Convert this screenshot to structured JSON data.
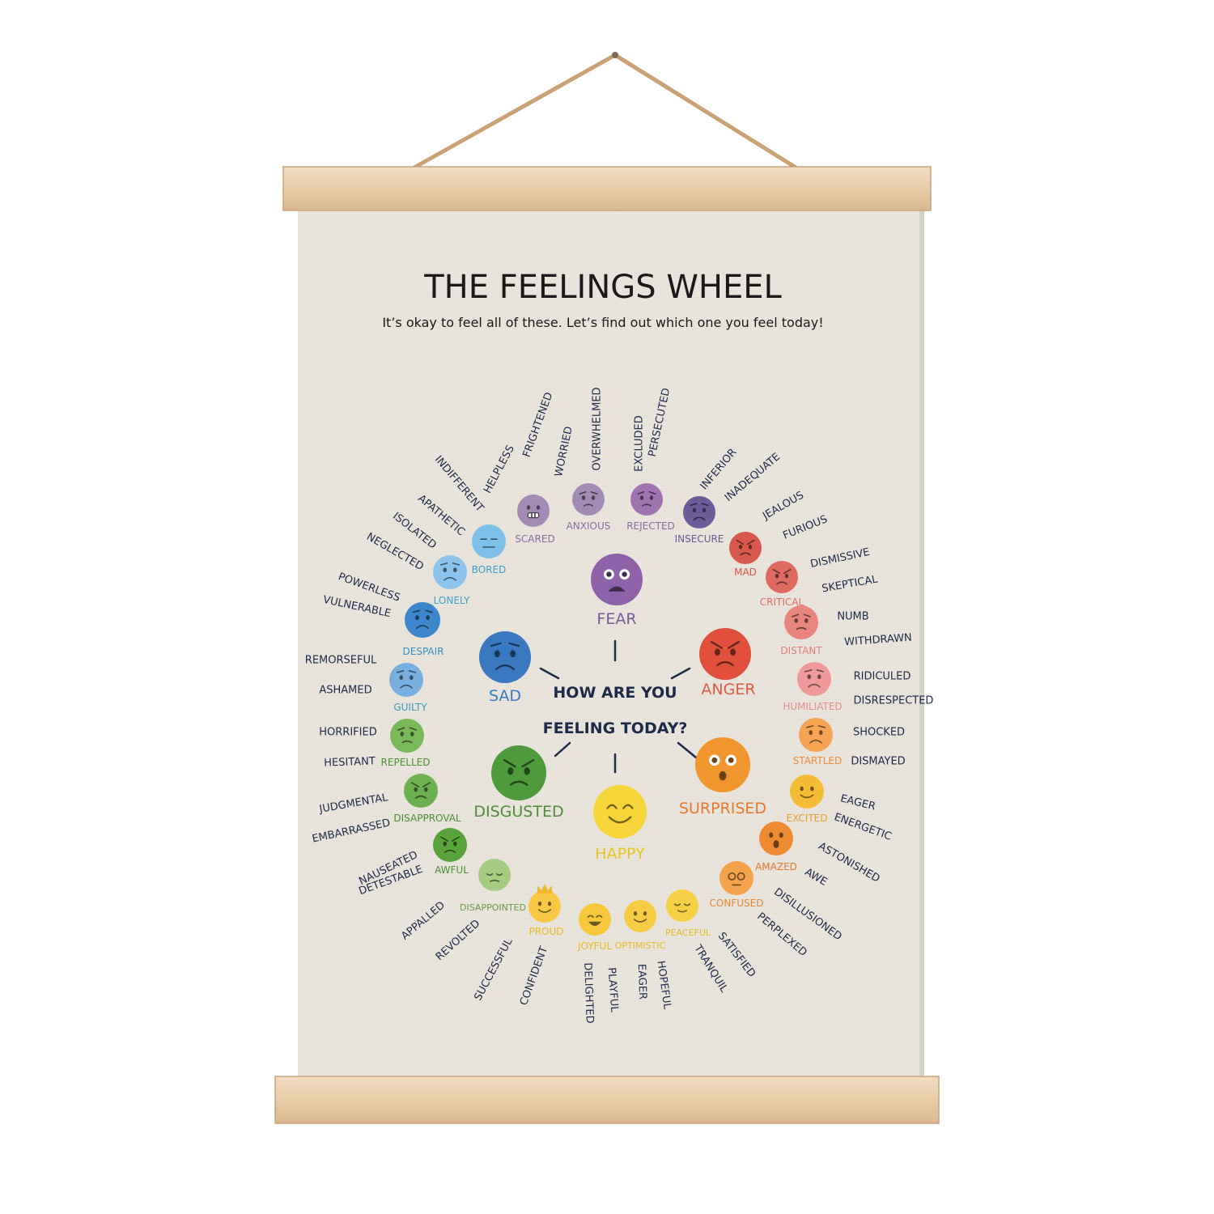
{
  "poster": {
    "title": "THE FEELINGS WHEEL",
    "subtitle": "It’s okay to feel all of these. Let’s find out which one you feel today!"
  },
  "center": {
    "line1": "HOW ARE YOU",
    "line2": "FEELING TODAY?"
  },
  "core": [
    {
      "name": "fear",
      "label": "FEAR",
      "color": "#8e62a8",
      "text_color": "#7a5a96",
      "face": "fear-face"
    },
    {
      "name": "anger",
      "label": "ANGER",
      "color": "#e0503c",
      "text_color": "#e05a48",
      "face": "anger-face"
    },
    {
      "name": "surprised",
      "label": "SURPRISED",
      "color": "#f0962c",
      "text_color": "#e8782c",
      "face": "surprised-face"
    },
    {
      "name": "happy",
      "label": "HAPPY",
      "color": "#f6d53a",
      "text_color": "#e8c420",
      "face": "happy-face"
    },
    {
      "name": "disgusted",
      "label": "DISGUSTED",
      "color": "#4e9a3c",
      "text_color": "#4e8c3a",
      "face": "disgusted-face"
    },
    {
      "name": "sad",
      "label": "SAD",
      "color": "#3a78c0",
      "text_color": "#3a78c0",
      "face": "sad-face"
    }
  ],
  "middle": [
    {
      "label": "SCARED",
      "color": "#a28bb4",
      "text": "#8a6aa4",
      "words": [
        "FRIGHTENED",
        "HELPLESS"
      ]
    },
    {
      "label": "ANXIOUS",
      "color": "#a28bb4",
      "text": "#8a6aa4",
      "words": [
        "OVERWHELMED",
        "WORRIED"
      ]
    },
    {
      "label": "REJECTED",
      "color": "#a074b0",
      "text": "#8a6aa4",
      "words": [
        "PERSECUTED",
        "EXCLUDED"
      ]
    },
    {
      "label": "INSECURE",
      "color": "#6e5c9a",
      "text": "#6a5a98",
      "words": [
        "INFERIOR",
        "INADEQUATE"
      ]
    },
    {
      "label": "MAD",
      "color": "#d8584e",
      "text": "#d8584e",
      "words": [
        "JEALOUS",
        "FURIOUS"
      ]
    },
    {
      "label": "CRITICAL",
      "color": "#de6a62",
      "text": "#de6a62",
      "words": [
        "DISMISSIVE",
        "SKEPTICAL"
      ]
    },
    {
      "label": "DISTANT",
      "color": "#e8867e",
      "text": "#e08078",
      "words": [
        "NUMB",
        "WITHDRAWN"
      ]
    },
    {
      "label": "HUMILIATED",
      "color": "#ee9a98",
      "text": "#e4888a",
      "words": [
        "RIDICULED",
        "DISRESPECTED"
      ]
    },
    {
      "label": "STARTLED",
      "color": "#f4a454",
      "text": "#ec8c3e",
      "words": [
        "SHOCKED",
        "DISMAYED"
      ]
    },
    {
      "label": "EXCITED",
      "color": "#f4bc34",
      "text": "#e89c28",
      "words": [
        "EAGER",
        "ENERGETIC"
      ]
    },
    {
      "label": "AMAZED",
      "color": "#ee8a32",
      "text": "#e4782c",
      "words": [
        "ASTONISHED",
        "AWE"
      ]
    },
    {
      "label": "CONFUSED",
      "color": "#f4a24c",
      "text": "#e48834",
      "words": [
        "DISILLUSIONED",
        "PERPLEXED"
      ]
    },
    {
      "label": "PEACEFUL",
      "color": "#f6d044",
      "text": "#e8b820",
      "words": [
        "SATISFIED",
        "TRANQUIL"
      ]
    },
    {
      "label": "OPTIMISTIC",
      "color": "#f6cc44",
      "text": "#e8b820",
      "words": [
        "HOPEFUL",
        "EAGER"
      ]
    },
    {
      "label": "JOYFUL",
      "color": "#f6c83c",
      "text": "#e8b820",
      "words": [
        "PLAYFUL",
        "DELIGHTED"
      ]
    },
    {
      "label": "PROUD",
      "color": "#f6c844",
      "text": "#e8b820",
      "words": [
        "CONFIDENT",
        "SUCCESSFUL"
      ]
    },
    {
      "label": "DISAPPOINTED",
      "color": "#a6cc84",
      "text": "#6a9c44",
      "words": [
        "REVOLTED",
        "APPALLED"
      ]
    },
    {
      "label": "AWFUL",
      "color": "#5aa43c",
      "text": "#4a9032",
      "words": [
        "DETESTABLE",
        "NAUSEATED"
      ]
    },
    {
      "label": "DISAPPROVAL",
      "color": "#6cb052",
      "text": "#4a9032",
      "words": [
        "EMBARRASSED",
        "JUDGMENTAL"
      ]
    },
    {
      "label": "REPELLED",
      "color": "#7ab85c",
      "text": "#4a9032",
      "words": [
        "HESITANT",
        "HORRIFIED"
      ]
    },
    {
      "label": "GUILTY",
      "color": "#7aaede",
      "text": "#3a98b8",
      "words": [
        "ASHAMED",
        "REMORSEFUL"
      ]
    },
    {
      "label": "DESPAIR",
      "color": "#3e86cc",
      "text": "#3a90c4",
      "words": [
        "VULNERABLE",
        "POWERLESS"
      ]
    },
    {
      "label": "LONELY",
      "color": "#8cc4ec",
      "text": "#3aa0c8",
      "words": [
        "NEGLECTED",
        "ISOLATED"
      ]
    },
    {
      "label": "BORED",
      "color": "#7ec0e8",
      "text": "#3aa0c8",
      "words": [
        "APATHETIC",
        "INDIFFERENT"
      ]
    }
  ]
}
